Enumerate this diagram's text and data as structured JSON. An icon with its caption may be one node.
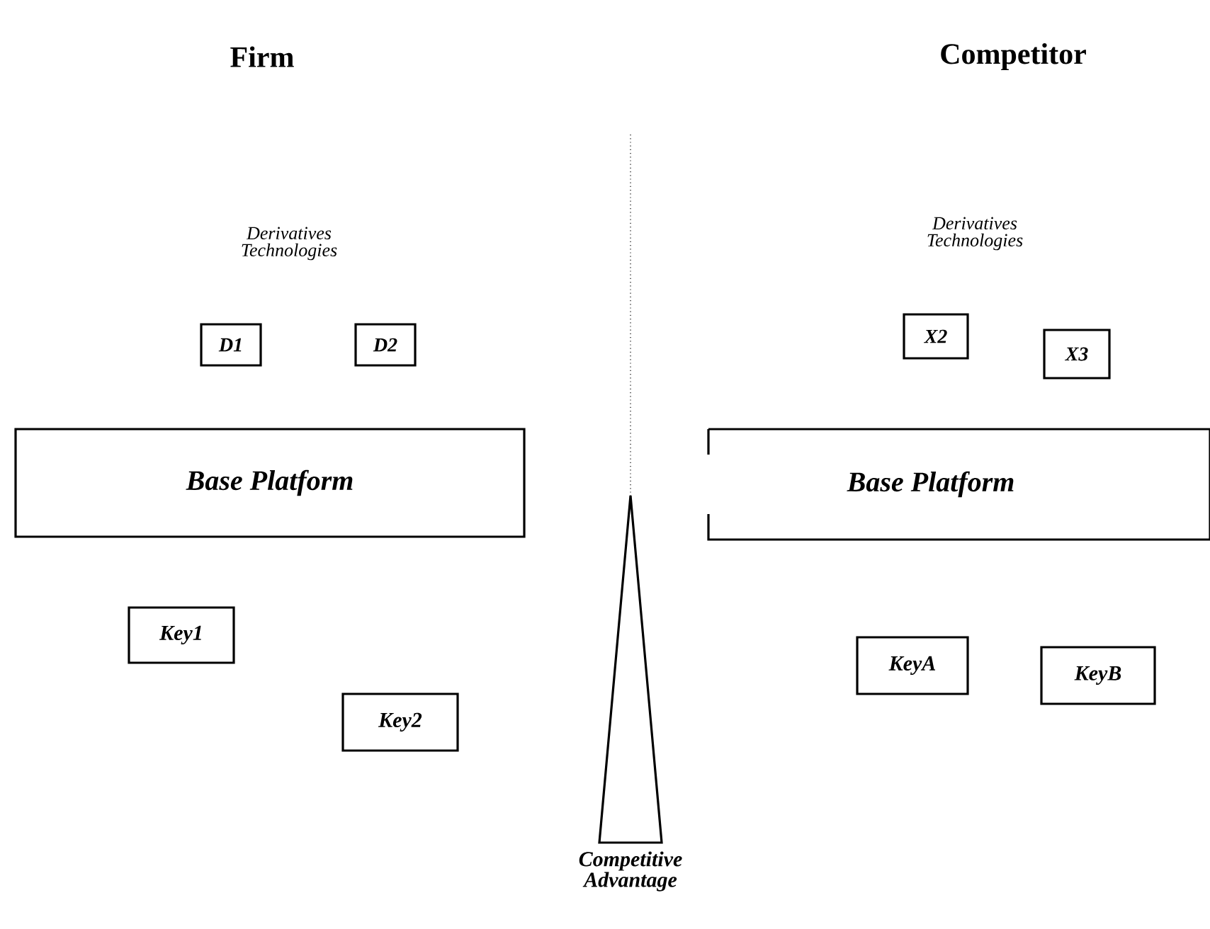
{
  "diagram": {
    "nodes": [
      {
        "text": [
          "D1"
        ]
      },
      {
        "text": [
          "D2"
        ]
      },
      {
        "text": [
          "X2"
        ]
      },
      {
        "text": [
          "X3"
        ]
      },
      {
        "text": [
          "Base Platform"
        ]
      },
      {
        "text": [
          "Base Platform"
        ]
      },
      {
        "text": [
          "Key1"
        ]
      },
      {
        "text": [
          "Key2"
        ]
      },
      {
        "text": [
          "KeyA"
        ]
      },
      {
        "text": [
          "KeyB"
        ]
      },
      {
        "text": [
          "Competitive Advantage"
        ]
      }
    ],
    "labels": [
      "Firm",
      "Competitor",
      "Derivatives Technologies",
      "Derivatives Technologies"
    ]
  }
}
